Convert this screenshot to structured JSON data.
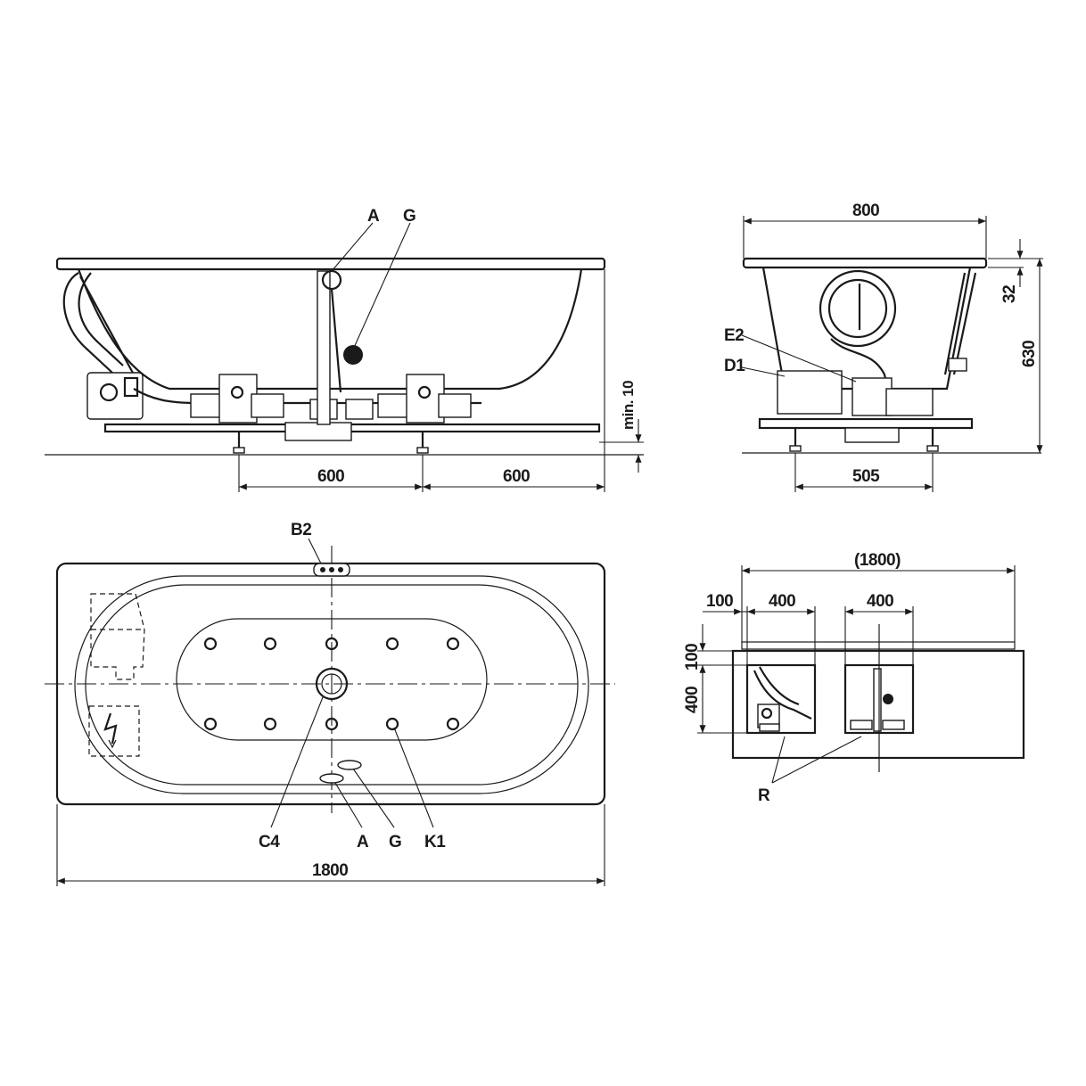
{
  "side_view": {
    "callouts": {
      "a": "A",
      "g": "G"
    },
    "dims": {
      "left_600": "600",
      "right_600": "600",
      "min_gap": "min. 10"
    }
  },
  "end_view": {
    "callouts": {
      "e2": "E2",
      "d1": "D1"
    },
    "dims": {
      "width": "800",
      "rim": "32",
      "height": "630",
      "feet": "505"
    }
  },
  "top_view": {
    "callouts": {
      "b2": "B2",
      "c4": "C4",
      "a": "A",
      "g": "G",
      "k1": "K1"
    },
    "dims": {
      "length": "1800"
    },
    "jets_top_row_count": 5,
    "jets_bottom_row_count": 5
  },
  "access_view": {
    "callouts": {
      "r": "R"
    },
    "dims": {
      "total": "(1800)",
      "offset": "100",
      "panel_left": "400",
      "panel_right": "400",
      "top_offset": "100",
      "panel_height": "400"
    }
  },
  "icons": {
    "warning": "electrical-hazard-icon"
  }
}
